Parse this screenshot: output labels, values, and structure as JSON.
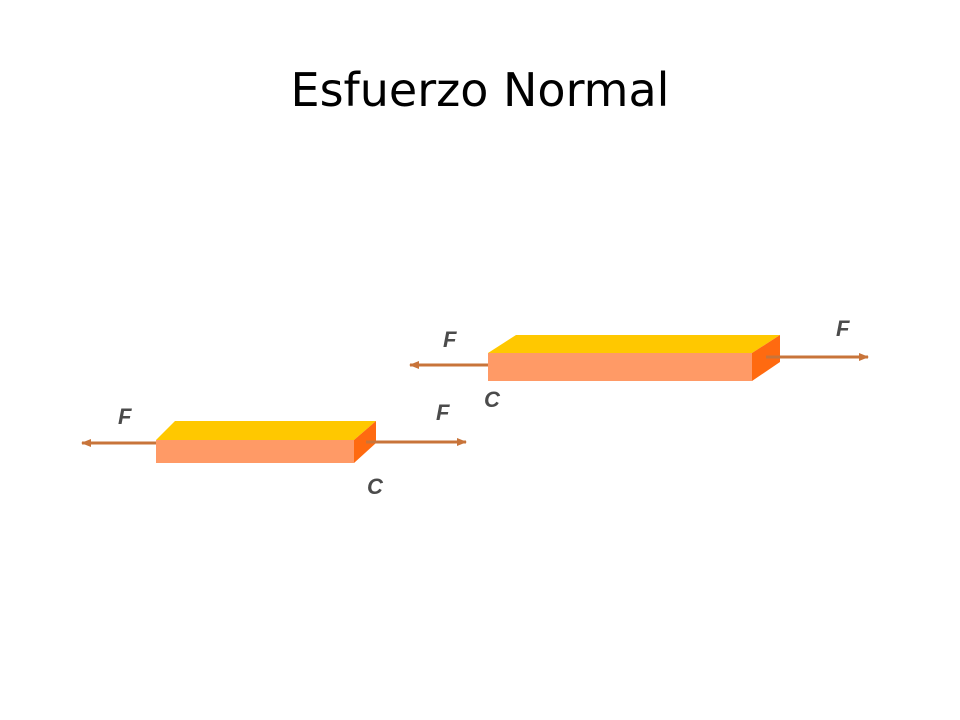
{
  "slide": {
    "title": "Esfuerzo Normal"
  },
  "colors": {
    "bar_top": "#FFC800",
    "bar_front": "#FF9A66",
    "bar_end": "#FF6A10",
    "arrow": "#C8743A",
    "label": "#4B4B4B"
  },
  "bar_small": {
    "force_left_label": "F",
    "force_right_label": "F",
    "section_label": "C"
  },
  "bar_large": {
    "force_left_label": "F",
    "force_right_label": "F",
    "section_label": "C"
  }
}
